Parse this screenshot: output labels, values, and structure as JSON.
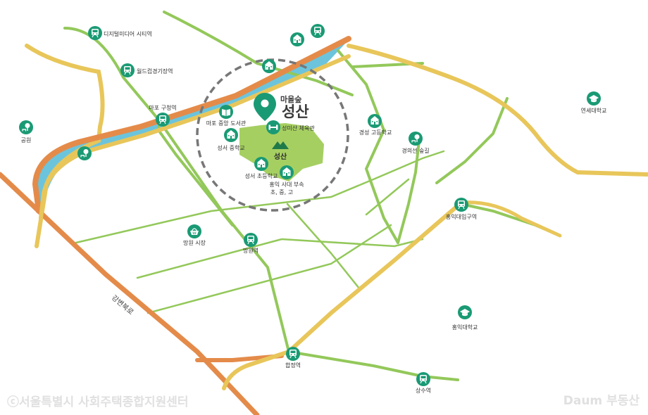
{
  "colors": {
    "green_road": "#93c85a",
    "yellow_road": "#e8c65a",
    "orange_road": "#e48b4a",
    "river": "#6cc4dc",
    "marker": "#1a9a74",
    "park": "#a6cf62",
    "circle": "#777777"
  },
  "brand": {
    "small_text": "마을숲",
    "big_text": "성산"
  },
  "mountain_label": "성산",
  "road_label": "강변북로",
  "watermarks": {
    "left": "ⓒ서울특별시 사회주택종합지원센터",
    "right": "Daum 부동산"
  },
  "places": {
    "digital_media_city": {
      "label": "디지털미디어 시티역",
      "icon": "subway-icon"
    },
    "world_cup_stadium": {
      "label": "월드컵경기장역",
      "icon": "subway-icon"
    },
    "mapo_gucheong": {
      "label": "마포 구청역",
      "icon": "subway-icon"
    },
    "park_left": {
      "label": "공원",
      "icon": "park-icon"
    },
    "park_river": {
      "label": "",
      "icon": "park-icon"
    },
    "mapo_library": {
      "label": "마포 중앙 도서관",
      "icon": "library-icon"
    },
    "seongmisan_gym": {
      "label": "성미산 체육관",
      "icon": "dumbbell-icon"
    },
    "seongseo_middle": {
      "label": "성서 중학교",
      "icon": "school-icon"
    },
    "seongseo_elementary": {
      "label": "성서 초등학교",
      "icon": "school-icon"
    },
    "hongik_attached": {
      "label": "홍익 사대 부속",
      "sublabel": "초, 중, 고",
      "icon": "school-icon"
    },
    "kyungsung_high": {
      "label": "경성 고등학교",
      "icon": "school-icon"
    },
    "gyeongui_line_forest": {
      "label": "경의선 숲길",
      "icon": "park-icon"
    },
    "yonsei": {
      "label": "연세대학교",
      "icon": "graduation-cap-icon"
    },
    "hongik_univ_station": {
      "label": "홍익대입구역",
      "icon": "subway-icon"
    },
    "mangwon_market": {
      "label": "망원 시장",
      "icon": "basket-icon"
    },
    "mangwon_station": {
      "label": "망원역",
      "icon": "subway-icon"
    },
    "hongik_univ": {
      "label": "홍익대학교",
      "icon": "graduation-cap-icon"
    },
    "hapjeong_station": {
      "label": "합정역",
      "icon": "subway-icon"
    },
    "sangsu_station": {
      "label": "상수역",
      "icon": "subway-icon"
    },
    "top_school": {
      "label": "",
      "icon": "school-icon"
    },
    "top_subway": {
      "label": "",
      "icon": "subway-icon"
    },
    "circle_school": {
      "label": "",
      "icon": "school-icon"
    }
  }
}
